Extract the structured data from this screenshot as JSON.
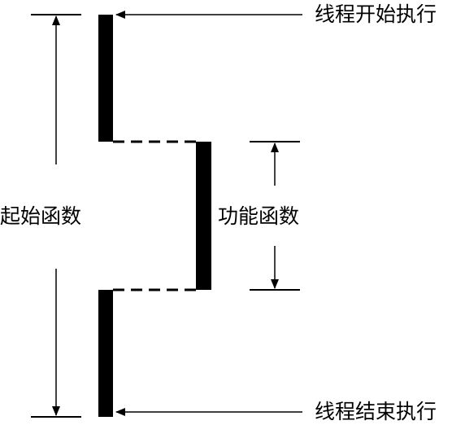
{
  "labels": {
    "thread_start": "线程开始执行",
    "thread_end": "线程结束执行",
    "start_function": "起始函数",
    "functional_function": "功能函数"
  },
  "colors": {
    "ink": "#000000",
    "background": "#ffffff"
  }
}
